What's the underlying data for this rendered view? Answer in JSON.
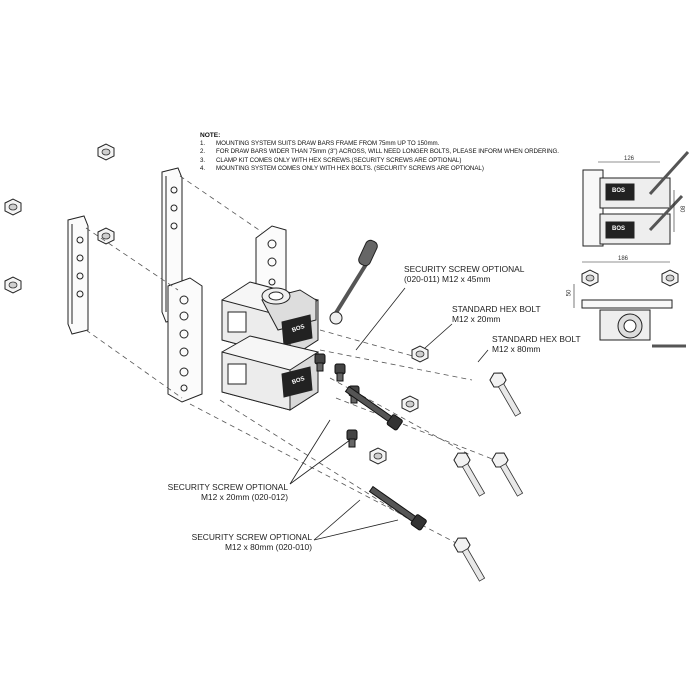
{
  "note": {
    "title": "NOTE:",
    "items": [
      {
        "num": "1.",
        "text": "MOUNTING SYSTEM  SUITS DRAW BARS FRAME FROM 75mm UP TO 150mm."
      },
      {
        "num": "2.",
        "text": "FOR DRAW BARS WIDER THAN 75mm (3\")  ACROSS, WILL NEED LONGER BOLTS, PLEASE INFORM WHEN ORDERING."
      },
      {
        "num": "3.",
        "text": "CLAMP KIT COMES ONLY WITH HEX SCREWS.(SECURITY SCREWS ARE OPTIONAL)"
      },
      {
        "num": "4.",
        "text": "MOUNTING SYSTEM COMES ONLY WITH HEX BOLTS. (SECURITY SCREWS ARE OPTIONAL)"
      }
    ]
  },
  "labels": {
    "security_45": {
      "line1": "SECURITY SCREW OPTIONAL",
      "line2": "(020-011) M12 x 45mm"
    },
    "hex_20": {
      "line1": "STANDARD HEX BOLT",
      "line2": "M12 x 20mm"
    },
    "hex_80": {
      "line1": "STANDARD HEX BOLT",
      "line2": "M12 x 80mm"
    },
    "security_20": {
      "line1": "SECURITY SCREW OPTIONAL",
      "line2": "M12 x 20mm (020-012)"
    },
    "security_80": {
      "line1": "SECURITY SCREW OPTIONAL",
      "line2": "M12 x 80mm (020-010)"
    }
  },
  "dimensions": {
    "top_width": "126",
    "side_height": "80",
    "bottom_width": "186",
    "bottom_height": "50"
  },
  "logo_text": "BOS"
}
